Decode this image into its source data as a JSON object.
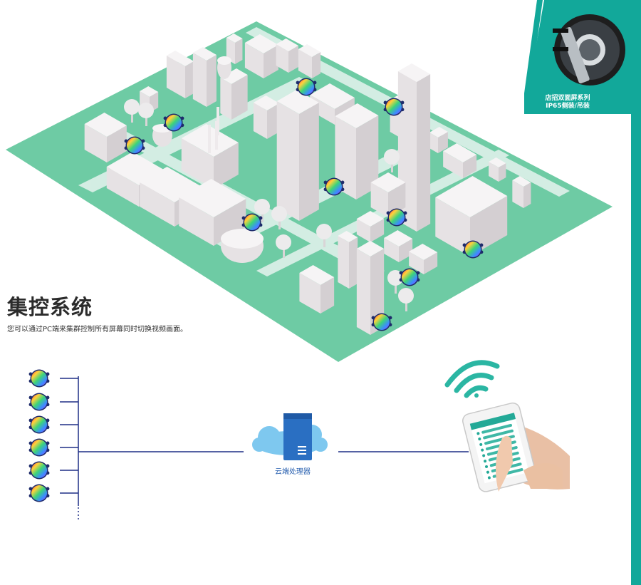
{
  "badge": {
    "line1": "店招双面屏系列",
    "line2": "IP65侧装/吊装"
  },
  "section": {
    "title": "集控系统",
    "subtitle": "您可以通过PC端来集群控制所有屏幕同时切换视频画面。"
  },
  "diagram": {
    "cloud_label": "云端处理器"
  },
  "colors": {
    "teal": "#12a89a",
    "ground": "#6ecba4",
    "line": "#1f2f86",
    "cloud": "#7ec8ef",
    "server": "#2a6fc2"
  }
}
